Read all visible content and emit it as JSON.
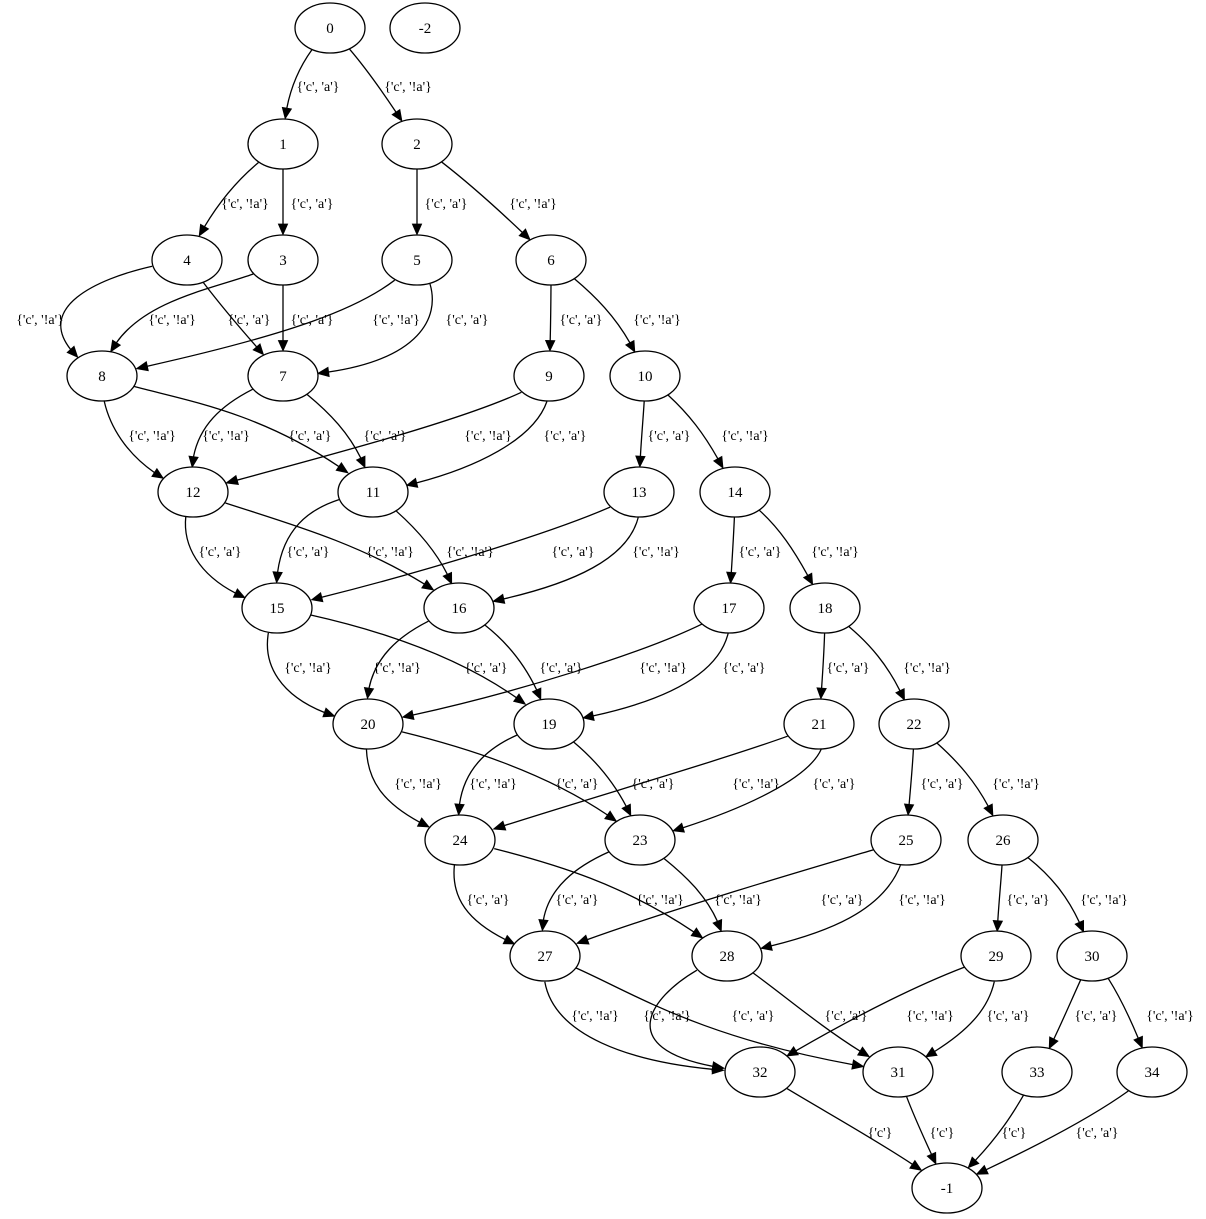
{
  "graph": {
    "nodes": [
      "0",
      "-2",
      "1",
      "2",
      "4",
      "3",
      "5",
      "6",
      "8",
      "7",
      "9",
      "10",
      "12",
      "11",
      "13",
      "14",
      "15",
      "16",
      "17",
      "18",
      "20",
      "19",
      "21",
      "22",
      "24",
      "23",
      "25",
      "26",
      "27",
      "28",
      "29",
      "30",
      "32",
      "31",
      "33",
      "34",
      "-1"
    ],
    "edges": [
      {
        "from": "0",
        "to": "1",
        "label": "{'c', 'a'}"
      },
      {
        "from": "0",
        "to": "2",
        "label": "{'c', '!a'}"
      },
      {
        "from": "1",
        "to": "4",
        "label": "{'c', '!a'}"
      },
      {
        "from": "1",
        "to": "3",
        "label": "{'c', 'a'}"
      },
      {
        "from": "2",
        "to": "5",
        "label": "{'c', 'a'}"
      },
      {
        "from": "2",
        "to": "6",
        "label": "{'c', '!a'}"
      },
      {
        "from": "4",
        "to": "8",
        "label": "{'c', '!a'}"
      },
      {
        "from": "4",
        "to": "7",
        "label": "{'c', 'a'}"
      },
      {
        "from": "3",
        "to": "8",
        "label": "{'c', '!a'}"
      },
      {
        "from": "3",
        "to": "7",
        "label": "{'c', 'a'}"
      },
      {
        "from": "5",
        "to": "8",
        "label": "{'c', '!a'}"
      },
      {
        "from": "5",
        "to": "7",
        "label": "{'c', 'a'}"
      },
      {
        "from": "6",
        "to": "9",
        "label": "{'c', 'a'}"
      },
      {
        "from": "6",
        "to": "10",
        "label": "{'c', '!a'}"
      },
      {
        "from": "8",
        "to": "12",
        "label": "{'c', '!a'}"
      },
      {
        "from": "8",
        "to": "11",
        "label": "{'c', 'a'}"
      },
      {
        "from": "7",
        "to": "12",
        "label": "{'c', '!a'}"
      },
      {
        "from": "7",
        "to": "11",
        "label": "{'c', 'a'}"
      },
      {
        "from": "9",
        "to": "12",
        "label": "{'c', '!a'}"
      },
      {
        "from": "9",
        "to": "11",
        "label": "{'c', 'a'}"
      },
      {
        "from": "10",
        "to": "13",
        "label": "{'c', 'a'}"
      },
      {
        "from": "10",
        "to": "14",
        "label": "{'c', '!a'}"
      },
      {
        "from": "12",
        "to": "15",
        "label": "{'c', 'a'}"
      },
      {
        "from": "12",
        "to": "16",
        "label": "{'c', '!a'}"
      },
      {
        "from": "11",
        "to": "15",
        "label": "{'c', 'a'}"
      },
      {
        "from": "11",
        "to": "16",
        "label": "{'c', '!a'}"
      },
      {
        "from": "13",
        "to": "15",
        "label": "{'c', 'a'}"
      },
      {
        "from": "13",
        "to": "16",
        "label": "{'c', '!a'}"
      },
      {
        "from": "14",
        "to": "17",
        "label": "{'c', 'a'}"
      },
      {
        "from": "14",
        "to": "18",
        "label": "{'c', '!a'}"
      },
      {
        "from": "15",
        "to": "20",
        "label": "{'c', '!a'}"
      },
      {
        "from": "15",
        "to": "19",
        "label": "{'c', 'a'}"
      },
      {
        "from": "16",
        "to": "20",
        "label": "{'c', '!a'}"
      },
      {
        "from": "16",
        "to": "19",
        "label": "{'c', 'a'}"
      },
      {
        "from": "17",
        "to": "20",
        "label": "{'c', '!a'}"
      },
      {
        "from": "17",
        "to": "19",
        "label": "{'c', 'a'}"
      },
      {
        "from": "18",
        "to": "21",
        "label": "{'c', 'a'}"
      },
      {
        "from": "18",
        "to": "22",
        "label": "{'c', '!a'}"
      },
      {
        "from": "20",
        "to": "24",
        "label": "{'c', '!a'}"
      },
      {
        "from": "20",
        "to": "23",
        "label": "{'c', 'a'}"
      },
      {
        "from": "19",
        "to": "24",
        "label": "{'c', '!a'}"
      },
      {
        "from": "19",
        "to": "23",
        "label": "{'c', 'a'}"
      },
      {
        "from": "21",
        "to": "24",
        "label": "{'c', '!a'}"
      },
      {
        "from": "21",
        "to": "23",
        "label": "{'c', 'a'}"
      },
      {
        "from": "22",
        "to": "25",
        "label": "{'c', 'a'}"
      },
      {
        "from": "22",
        "to": "26",
        "label": "{'c', '!a'}"
      },
      {
        "from": "24",
        "to": "27",
        "label": "{'c', 'a'}"
      },
      {
        "from": "24",
        "to": "28",
        "label": "{'c', '!a'}"
      },
      {
        "from": "23",
        "to": "27",
        "label": "{'c', 'a'}"
      },
      {
        "from": "23",
        "to": "28",
        "label": "{'c', '!a'}"
      },
      {
        "from": "25",
        "to": "27",
        "label": "{'c', 'a'}"
      },
      {
        "from": "25",
        "to": "28",
        "label": "{'c', '!a'}"
      },
      {
        "from": "26",
        "to": "29",
        "label": "{'c', 'a'}"
      },
      {
        "from": "26",
        "to": "30",
        "label": "{'c', '!a'}"
      },
      {
        "from": "27",
        "to": "32",
        "label": "{'c', '!a'}"
      },
      {
        "from": "27",
        "to": "31",
        "label": "{'c', 'a'}"
      },
      {
        "from": "28",
        "to": "32",
        "label": "{'c', '!a'}"
      },
      {
        "from": "28",
        "to": "31",
        "label": "{'c', 'a'}"
      },
      {
        "from": "29",
        "to": "32",
        "label": "{'c', '!a'}"
      },
      {
        "from": "29",
        "to": "31",
        "label": "{'c', 'a'}"
      },
      {
        "from": "30",
        "to": "33",
        "label": "{'c', 'a'}"
      },
      {
        "from": "30",
        "to": "34",
        "label": "{'c', '!a'}"
      },
      {
        "from": "32",
        "to": "-1",
        "label": "{'c'}"
      },
      {
        "from": "31",
        "to": "-1",
        "label": "{'c'}"
      },
      {
        "from": "33",
        "to": "-1",
        "label": "{'c'}"
      },
      {
        "from": "34",
        "to": "-1",
        "label": "{'c', 'a'}"
      }
    ]
  }
}
